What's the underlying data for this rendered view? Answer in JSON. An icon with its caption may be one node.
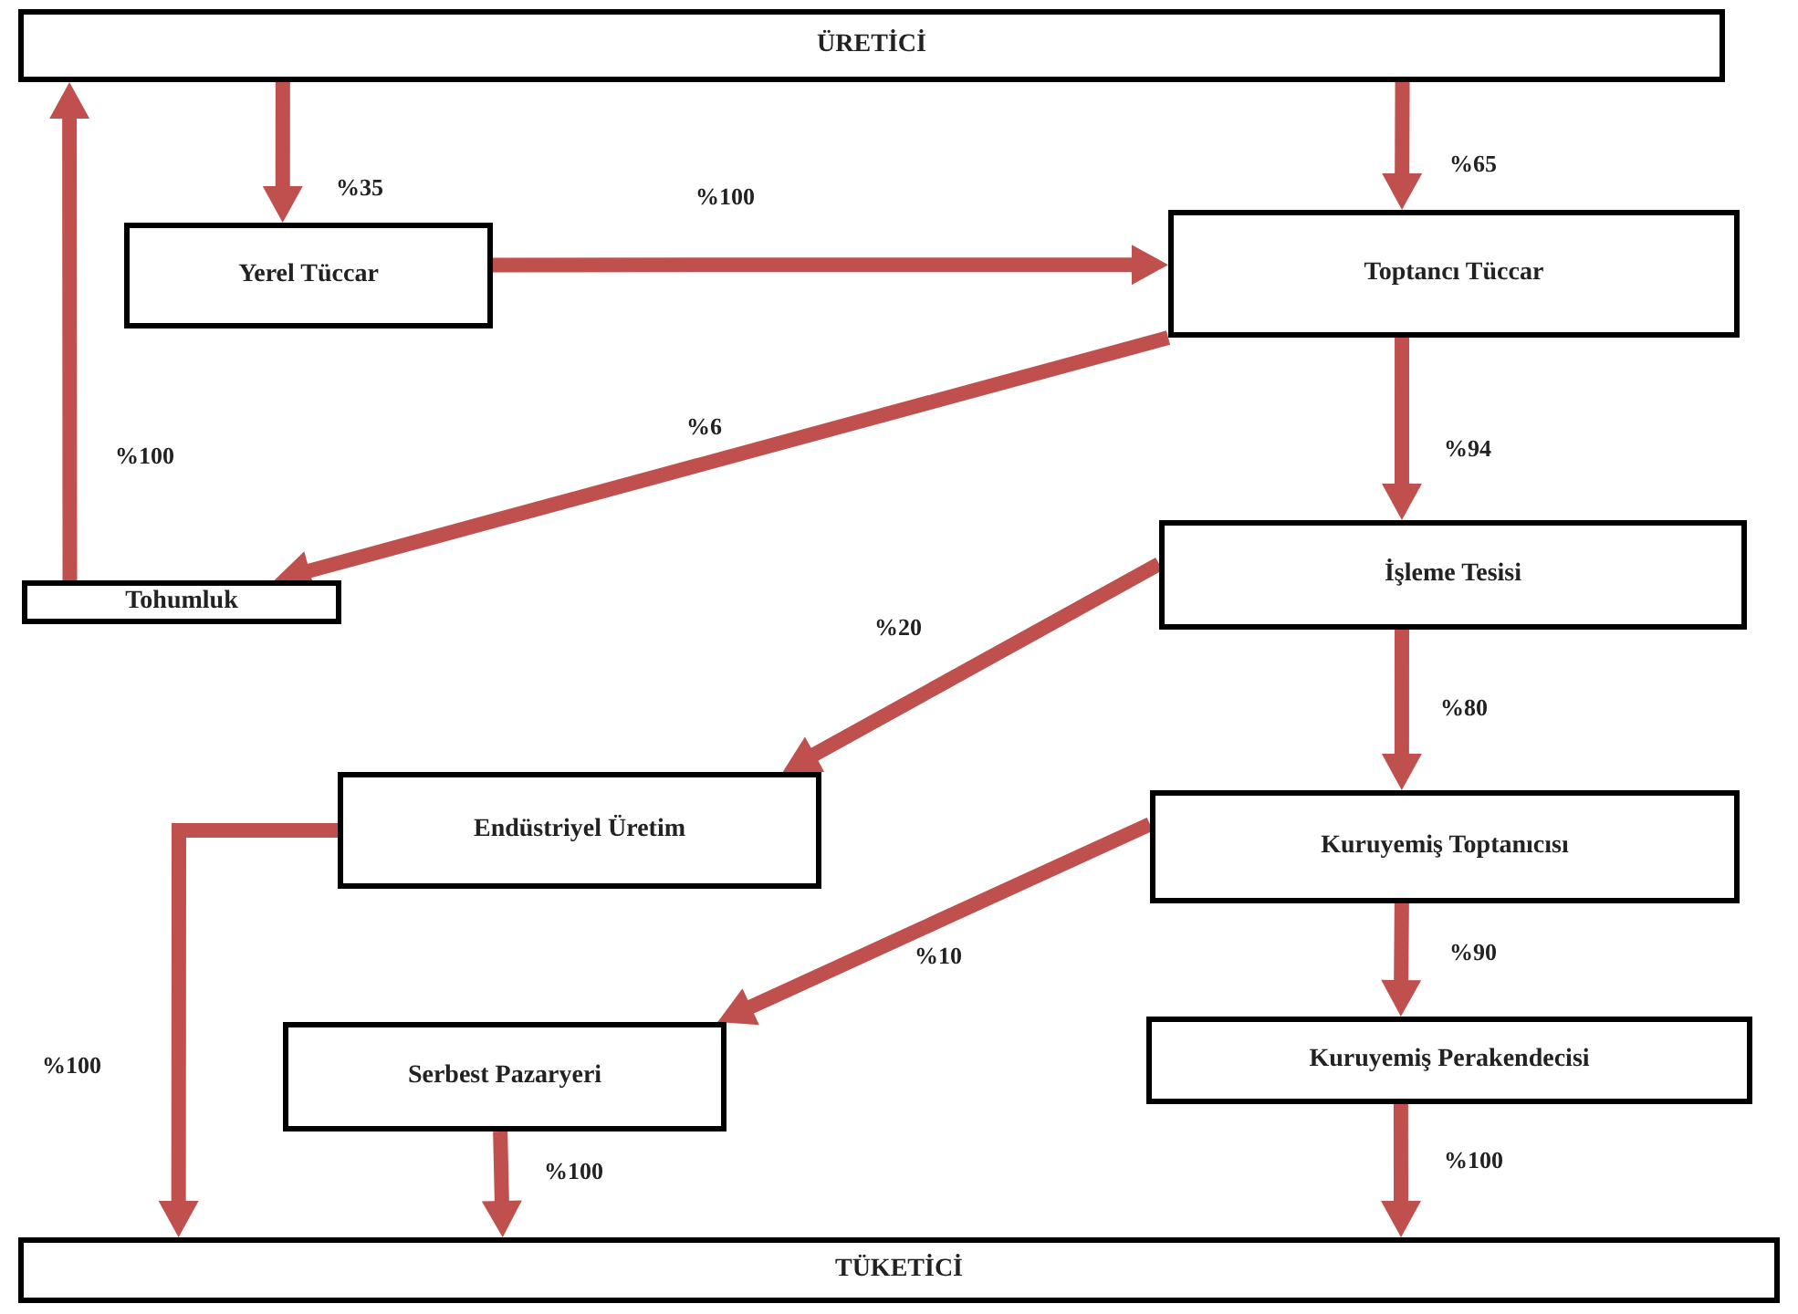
{
  "diagram": {
    "nodes": [
      {
        "text": [
          "ÜRETİCİ"
        ]
      },
      {
        "text": [
          "Yerel Tüccar"
        ]
      },
      {
        "text": [
          "Toptancı Tüccar"
        ]
      },
      {
        "text": [
          "Tohumluk"
        ]
      },
      {
        "text": [
          "İşleme Tesisi"
        ]
      },
      {
        "text": [
          "Endüstriyel Üretim"
        ]
      },
      {
        "text": [
          "Kuruyemiş Toptanıcısı"
        ]
      },
      {
        "text": [
          "Serbest Pazaryeri"
        ]
      },
      {
        "text": [
          "Kuruyemiş Perakendecisi"
        ]
      },
      {
        "text": [
          "TÜKETİCİ"
        ]
      }
    ],
    "edges": [
      {
        "from": 0,
        "to": 1,
        "arrow": "to",
        "label": "%35"
      },
      {
        "from": 0,
        "to": 2,
        "arrow": "to",
        "label": "%65"
      },
      {
        "from": 1,
        "to": 2,
        "arrow": "to",
        "label": "%100"
      },
      {
        "from": 2,
        "to": 3,
        "arrow": "to",
        "label": "%6"
      },
      {
        "from": 3,
        "to": 0,
        "arrow": "to",
        "label": "%100"
      },
      {
        "from": 2,
        "to": 4,
        "arrow": "to",
        "label": "%94"
      },
      {
        "from": 4,
        "to": 5,
        "arrow": "to",
        "label": "%20"
      },
      {
        "from": 4,
        "to": 6,
        "arrow": "to",
        "label": "%80"
      },
      {
        "from": 6,
        "to": 7,
        "arrow": "to",
        "label": "%10"
      },
      {
        "from": 6,
        "to": 8,
        "arrow": "to",
        "label": "%90"
      },
      {
        "from": 5,
        "to": 9,
        "arrow": "to",
        "label": "%100"
      },
      {
        "from": 7,
        "to": 9,
        "arrow": "to",
        "label": "%100"
      },
      {
        "from": 8,
        "to": 9,
        "arrow": "to",
        "label": "%100"
      }
    ]
  }
}
